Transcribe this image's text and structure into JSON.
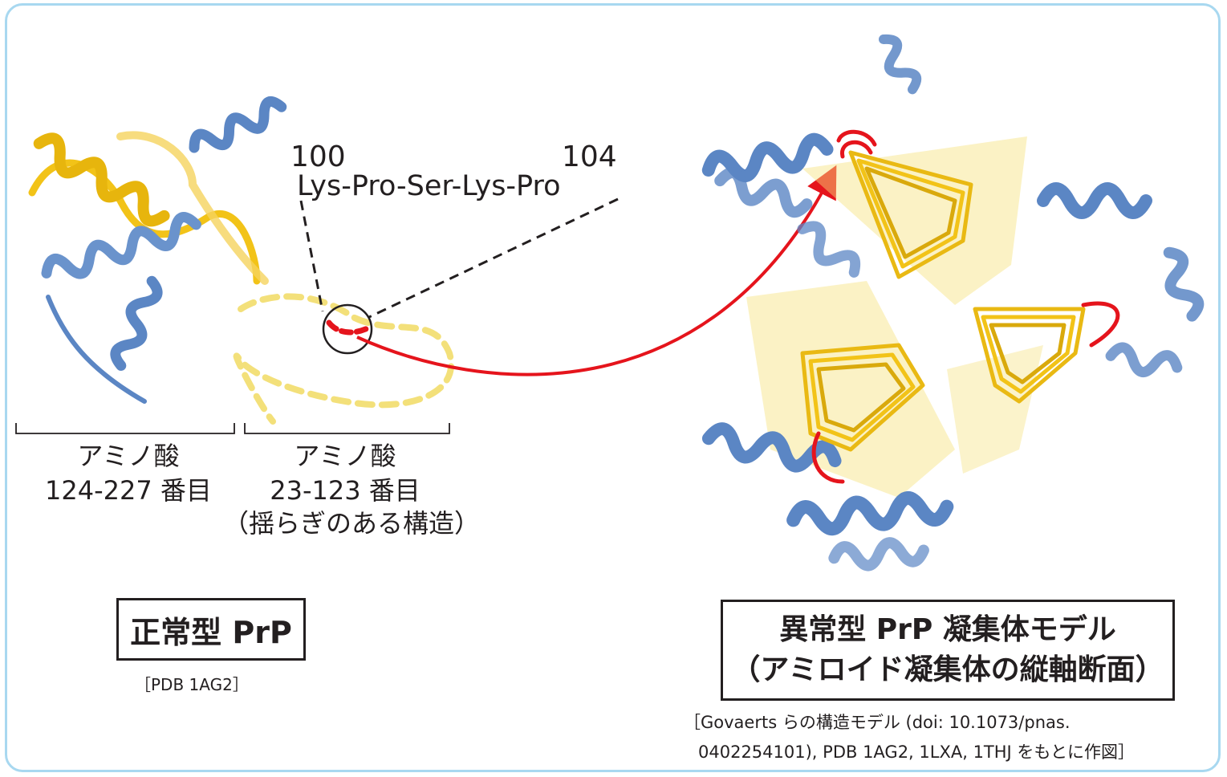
{
  "sequence": {
    "start_number": "100",
    "end_number": "104",
    "residues": "Lys-Pro-Ser-Lys-Pro"
  },
  "left_range": {
    "line1": "アミノ酸",
    "line2": "124-227 番目"
  },
  "middle_range": {
    "line1": "アミノ酸",
    "line2": "23-123 番目",
    "line3": "（揺らぎのある構造）"
  },
  "normal_box": {
    "title": "正常型 PrP",
    "source": "［PDB 1AG2］"
  },
  "abnormal_box": {
    "title": "異常型 PrP 凝集体モデル",
    "subtitle": "（アミロイド凝集体の縦軸断面）"
  },
  "citation": {
    "line1": "［Govaerts らの構造モデル (doi: 10.1073/pnas.",
    "line2": "0402254101), PDB 1AG2, 1LXA, 1THJ をもとに作図］"
  },
  "colors": {
    "helix_blue": "#5b86c4",
    "strand_yellow": "#f2c318",
    "dashed_yellow": "#f3e07a",
    "highlight_red": "#e5141c",
    "frame_blue": "#a8d8f0"
  }
}
